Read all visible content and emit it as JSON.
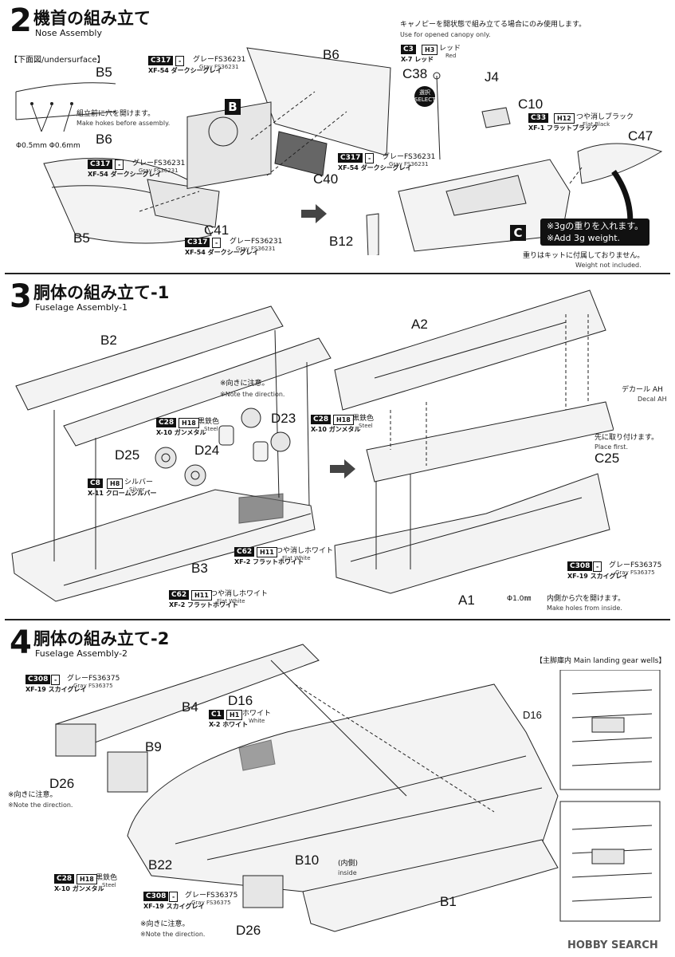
{
  "step2": {
    "number": "2",
    "title_jp": "機首の組み立て",
    "title_en": "Nose Assembly",
    "undersurface_label": "【下面図/undersurface】",
    "hole_note_jp": "組立前に穴を開けます。",
    "hole_note_en": "Make hokes before assembly.",
    "hole_sizes": "Φ0.5mm  Φ0.6mm",
    "canopy_note_jp": "キャノピーを開状態で組み立てる場合にのみ使用します。",
    "canopy_note_en": "Use for opened canopy only.",
    "select_badge": "選択 SELECT",
    "weight_note_jp": "※3gの重りを入れます。",
    "weight_note_en": "※Add 3g weight.",
    "weight_not_included_jp": "重りはキットに付属しておりません。",
    "weight_not_included_en": "Weight not included.",
    "sub_b": "B",
    "sub_c": "C",
    "labels": {
      "b5a": "B5",
      "b6a": "B6",
      "b5b": "B5",
      "b6b": "B6",
      "c40": "C40",
      "c41": "C41",
      "c38": "C38",
      "j4": "J4",
      "c10": "C10",
      "c47": "C47",
      "b12": "B12"
    },
    "paints": [
      {
        "code": "C317",
        "code2": "-",
        "jp": "グレーFS36231",
        "en": "Gray FS36231",
        "mark": "XF-54 ダークシーグレイ"
      },
      {
        "code": "C317",
        "code2": "-",
        "jp": "グレーFS36231",
        "en": "Gray FS36231",
        "mark": "XF-54 ダークシーグレイ"
      },
      {
        "code": "C317",
        "code2": "-",
        "jp": "グレーFS36231",
        "en": "Gray FS36231",
        "mark": "XF-54 ダークシーグレイ"
      },
      {
        "code": "C317",
        "code2": "-",
        "jp": "グレーFS36231",
        "en": "Gray FS36231",
        "mark": "XF-54 ダークシーグレイ"
      },
      {
        "code": "C3",
        "code2": "H3",
        "jp": "レッド",
        "en": "Red",
        "mark": "X-7 レッド"
      },
      {
        "code": "C33",
        "code2": "H12",
        "jp": "つや消しブラック",
        "en": "Flat Black",
        "mark": "XF-1 フラットブラック"
      }
    ]
  },
  "step3": {
    "number": "3",
    "title_jp": "胴体の組み立て-1",
    "title_en": "Fuselage Assembly-1",
    "direction_note_jp": "※向きに注意。",
    "direction_note_en": "※Note the direction.",
    "decal_note_jp": "デカール AH",
    "decal_note_en": "Decal AH",
    "place_first_jp": "先に取り付けます。",
    "place_first_en": "Place first.",
    "hole_size": "Φ1.0㎜",
    "inside_hole_jp": "内側から穴を開けます。",
    "inside_hole_en": "Make holes from inside.",
    "labels": {
      "b2": "B2",
      "d23": "D23",
      "d25": "D25",
      "d24": "D24",
      "b3": "B3",
      "a2": "A2",
      "c25": "C25",
      "a1": "A1"
    },
    "paints": [
      {
        "code": "C28",
        "code2": "H18",
        "jp": "黒鉄色",
        "en": "Steel",
        "mark": "X-10 ガンメタル"
      },
      {
        "code": "C8",
        "code2": "H8",
        "jp": "シルバー",
        "en": "Silver",
        "mark": "X-11 クロームシルバー"
      },
      {
        "code": "C62",
        "code2": "H11",
        "jp": "つや消しホワイト",
        "en": "Flat White",
        "mark": "XF-2 フラットホワイト"
      },
      {
        "code": "C62",
        "code2": "H11",
        "jp": "つや消しホワイト",
        "en": "Flat White",
        "mark": "XF-2 フラットホワイト"
      },
      {
        "code": "C28",
        "code2": "H18",
        "jp": "黒鉄色",
        "en": "Steel",
        "mark": "X-10 ガンメタル"
      },
      {
        "code": "C308",
        "code2": "-",
        "jp": "グレーFS36375",
        "en": "Gray FS36375",
        "mark": "XF-19 スカイグレイ"
      }
    ]
  },
  "step4": {
    "number": "4",
    "title_jp": "胴体の組み立て-2",
    "title_en": "Fuselage Assembly-2",
    "wells_label": "【主脚庫内 Main landing gear wells】",
    "direction_note_jp": "※向きに注意。",
    "direction_note_en": "※Note the direction.",
    "direction_note2_jp": "※向きに注意。",
    "direction_note2_en": "※Note the direction.",
    "inside_jp": "(内側)",
    "inside_en": "inside",
    "labels": {
      "b4": "B4",
      "d16a": "D16",
      "b9": "B9",
      "d26a": "D26",
      "b22": "B22",
      "b10": "B10",
      "b1": "B1",
      "d26b": "D26",
      "d16b": "D16"
    },
    "paints": [
      {
        "code": "C308",
        "code2": "-",
        "jp": "グレーFS36375",
        "en": "Gray FS36375",
        "mark": "XF-19 スカイグレイ"
      },
      {
        "code": "C1",
        "code2": "H1",
        "jp": "ホワイト",
        "en": "White",
        "mark": "X-2 ホワイト"
      },
      {
        "code": "C28",
        "code2": "H18",
        "jp": "黒鉄色",
        "en": "Steel",
        "mark": "X-10 ガンメタル"
      },
      {
        "code": "C308",
        "code2": "-",
        "jp": "グレーFS36375",
        "en": "Gray FS36375",
        "mark": "XF-19 スカイグレイ"
      }
    ]
  },
  "watermark": "HOBBY SEARCH"
}
